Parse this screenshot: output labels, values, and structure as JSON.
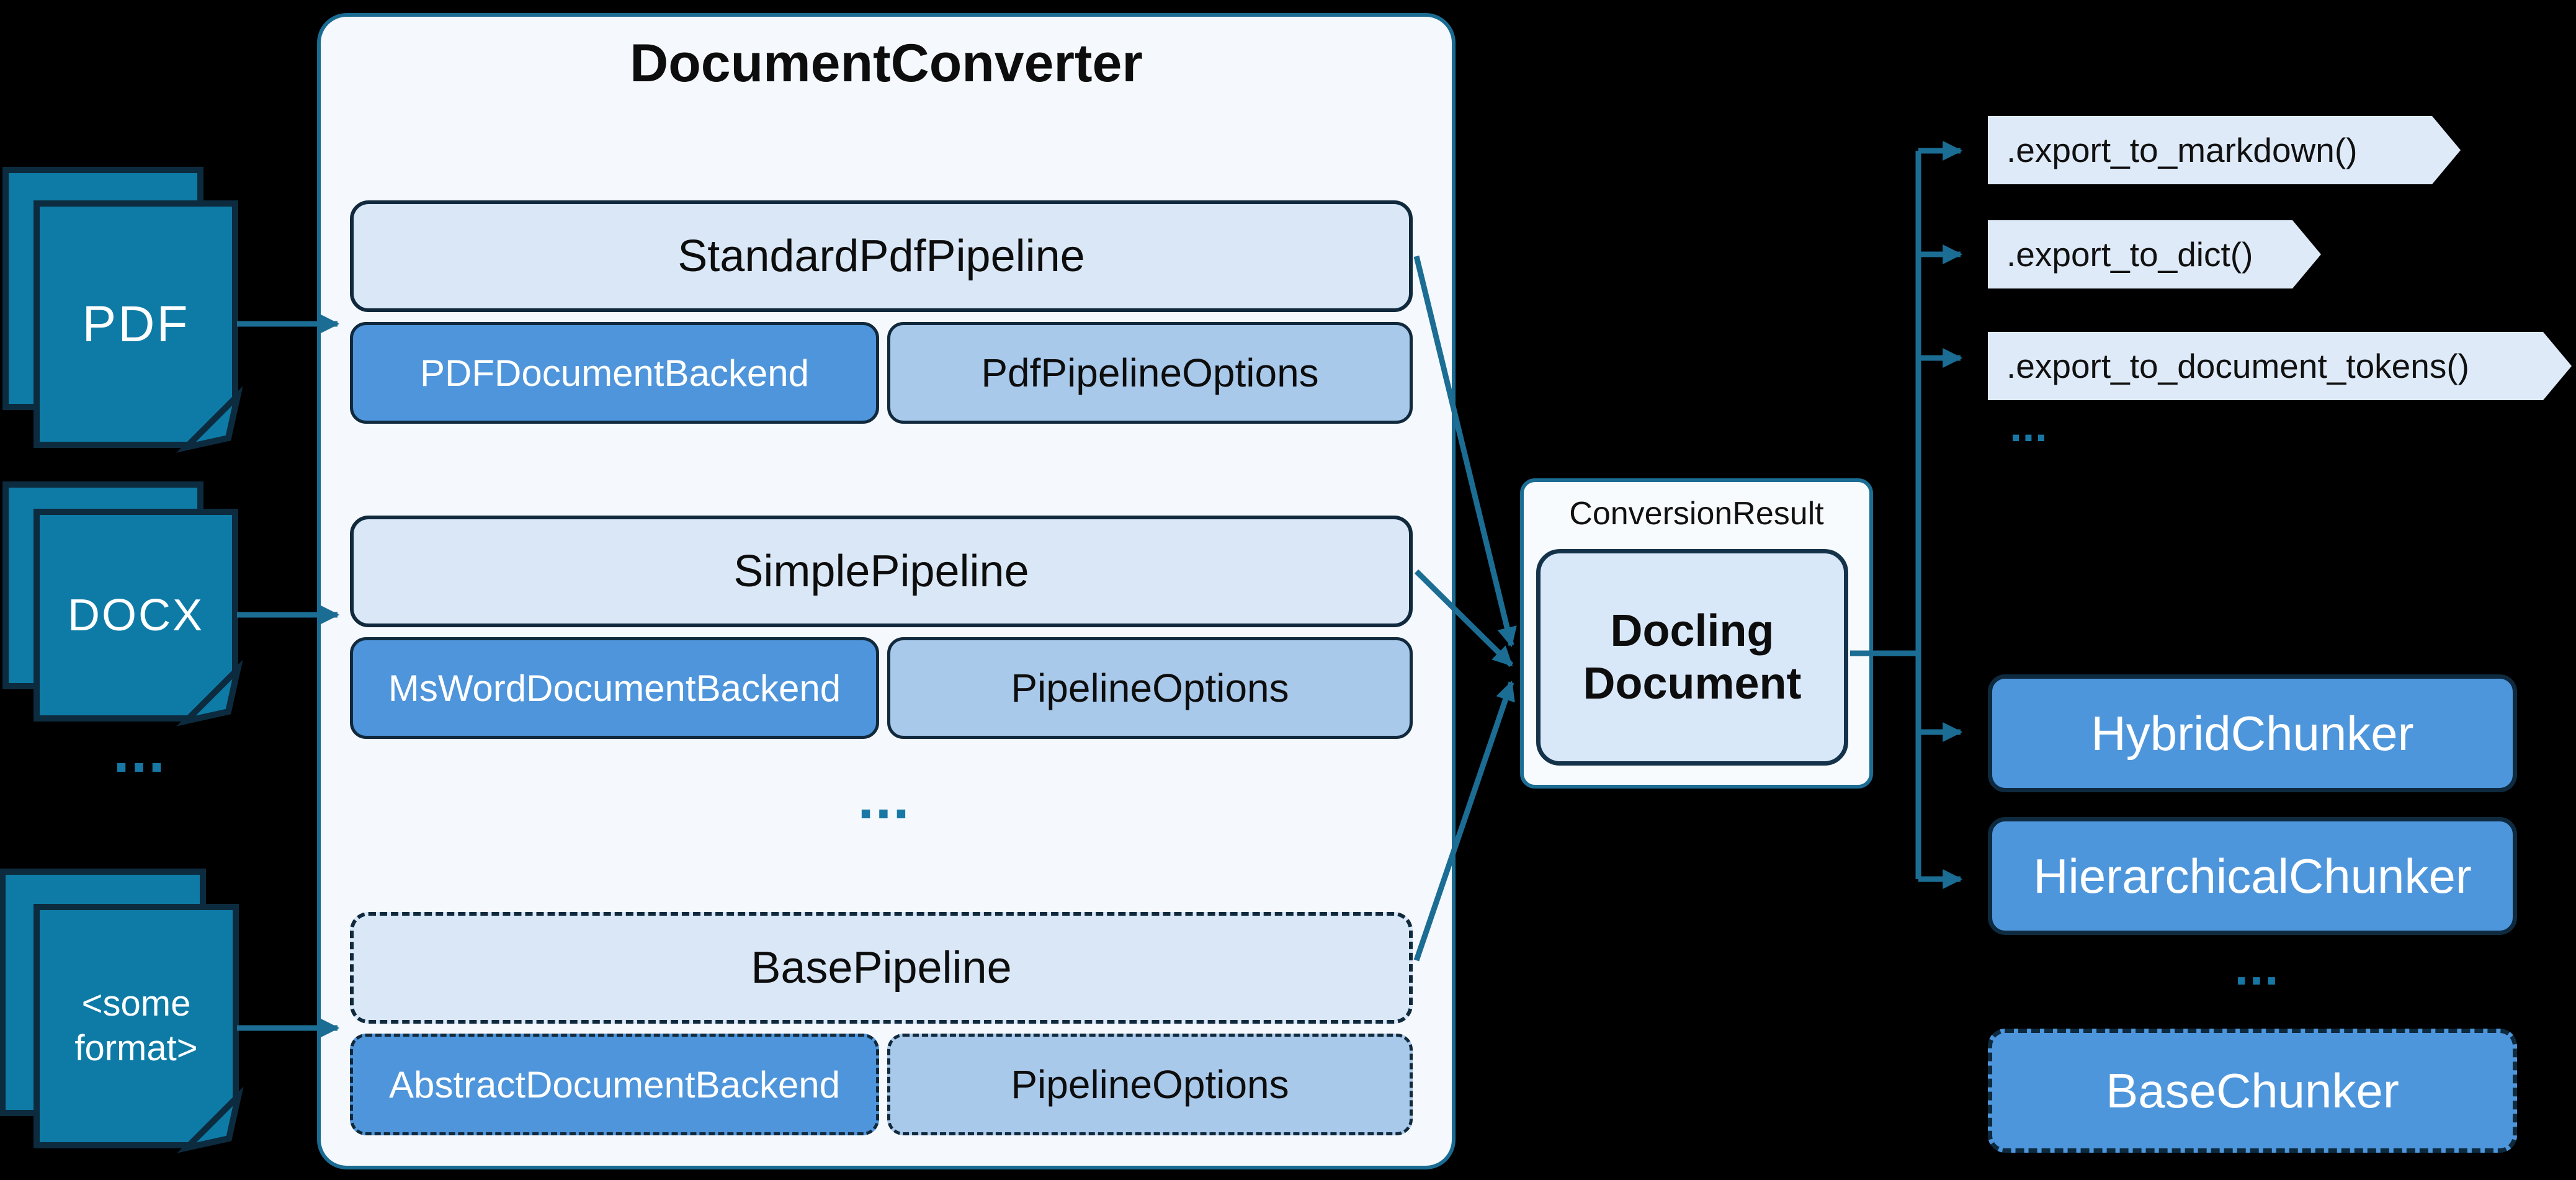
{
  "converter": {
    "title": "DocumentConverter",
    "ellipsis": "...",
    "pipelines": [
      {
        "name": "StandardPdfPipeline",
        "backend": "PDFDocumentBackend",
        "options": "PdfPipelineOptions"
      },
      {
        "name": "SimplePipeline",
        "backend": "MsWordDocumentBackend",
        "options": "PipelineOptions"
      },
      {
        "name": "BasePipeline",
        "backend": "AbstractDocumentBackend",
        "options": "PipelineOptions"
      }
    ]
  },
  "inputs": [
    {
      "label": "PDF"
    },
    {
      "label": "DOCX"
    },
    {
      "label": "<some format>"
    }
  ],
  "input_ellipsis": "...",
  "result": {
    "label": "ConversionResult",
    "document": "Docling Document"
  },
  "exports": [
    ".export_to_markdown()",
    ".export_to_dict()",
    ".export_to_document_tokens()"
  ],
  "exports_ellipsis": "...",
  "chunkers": [
    {
      "label": "HybridChunker"
    },
    {
      "label": "HierarchicalChunker"
    },
    {
      "label": "BaseChunker"
    }
  ],
  "chunkers_ellipsis": "...",
  "colors": {
    "background": "#000000",
    "connector_teal": "#1B6D94",
    "document_icon_fill": "#0E7BA6",
    "dark_border": "#11293D",
    "converter_fill": "#F5F8FC",
    "converter_border": "#1A6B92",
    "pipeline_fill": "#D9E7F6",
    "backend_fill": "#4E95DB",
    "options_fill": "#A9C9EB",
    "export_tag_fill": "#DEEAF8",
    "chunker_fill": "#4E96DC",
    "result_panel_fill": "#F8FBFE",
    "docling_fill": "#D9E8F8",
    "dots": "#1878A5"
  }
}
